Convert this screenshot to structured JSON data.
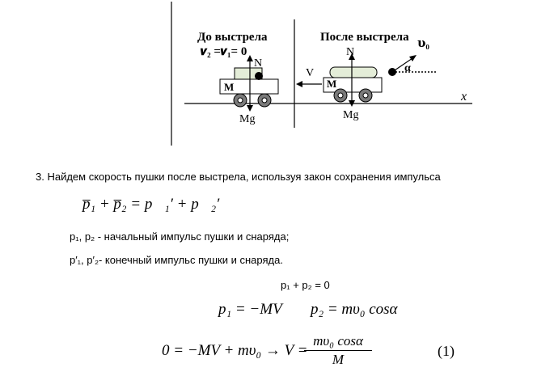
{
  "figure": {
    "before_title": "До выстрела",
    "before_condition": "𝒗₂ =𝒗₁= 0",
    "after_title": "После  выстрела",
    "speed_label": "𝛖₀",
    "angle_label": "α",
    "force_N": "N",
    "force_Mg": "Mg",
    "mass_M": "M",
    "velocity_V": "V",
    "axis_x": "x"
  },
  "text": {
    "step3": "3. Найдем скорость пушки после выстрела, используя закон сохранения импульса",
    "eq_vector": "p̅₁ + p̅₂ = p⃗₁′ + p⃗₂′",
    "def_initial": "p₁, p₂ - начальный импульс пушки и снаряда;",
    "def_final": "p′₁, p′₂-  конечный импульс  пушки и снаряда.",
    "sum_zero": "p₁ + p₂ = 0",
    "p1_expr": "p₁ = −MV",
    "p2_expr": "p₂ = mυ₀ cosα",
    "eq1_left": "0 = −MV + mυ₀ → V =",
    "eq1_num": "mυ₀ cosα",
    "eq1_den": "M",
    "eq1_tag": "(1)"
  }
}
